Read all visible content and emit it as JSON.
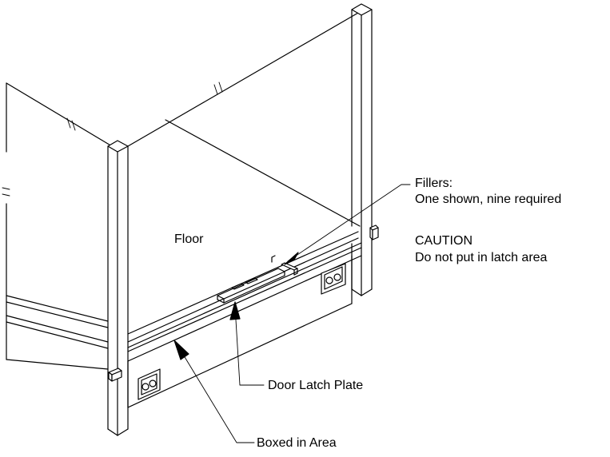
{
  "labels": {
    "floor": "Floor",
    "fillers_title": "Fillers:",
    "fillers_note": "One shown, nine required",
    "caution_title": "CAUTION",
    "caution_note": "Do not put in latch area",
    "door_latch_plate": "Door Latch Plate",
    "boxed_in_area": "Boxed in Area"
  }
}
